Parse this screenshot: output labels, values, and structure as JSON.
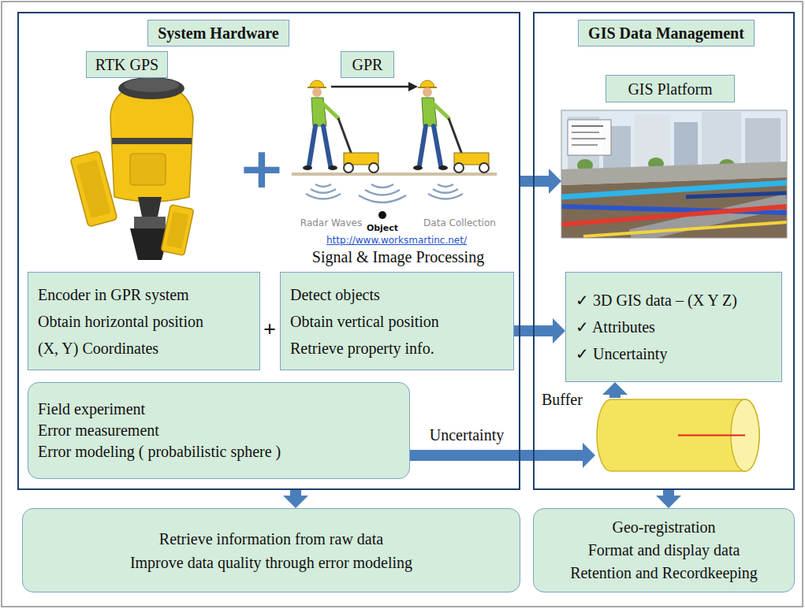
{
  "diagram": {
    "nodes": [
      {
        "text": [
          "System Hardware"
        ]
      },
      {
        "text": [
          "RTK GPS"
        ],
        "in": 0
      },
      {
        "text": [
          "GPR"
        ],
        "in": 0
      },
      {
        "text": [
          "Encoder in GPR system",
          "Obtain horizontal position",
          "(X, Y) Coordinates"
        ],
        "in": 0
      },
      {
        "text": [
          "Detect objects",
          "Obtain vertical position",
          "Retrieve property info."
        ],
        "in": 0
      },
      {
        "text": [
          "Field experiment",
          "Error measurement",
          "Error modeling ( probabilistic sphere )"
        ],
        "in": 0
      },
      {
        "text": [
          "GIS Data Management"
        ]
      },
      {
        "text": [
          "GIS Platform"
        ],
        "in": 6
      },
      {
        "text": [
          "✓ 3D GIS data – (X Y Z)",
          "✓ Attributes",
          "✓ Uncertainty"
        ],
        "in": 6
      },
      {
        "text": [
          "Buffer"
        ],
        "in": 6
      },
      {
        "text": [
          "Retrieve information from raw data",
          "Improve data quality through error modeling"
        ]
      },
      {
        "text": [
          "Geo-registration",
          "Format and display data",
          "Retention and Recordkeeping"
        ]
      }
    ],
    "edges": [
      {
        "from": 4,
        "to": 8,
        "arrow": "to"
      },
      {
        "from": 5,
        "to": 9,
        "label": "Uncertainty",
        "arrow": "to"
      },
      {
        "from": 9,
        "to": 8,
        "arrow": "to"
      },
      {
        "from": 0,
        "to": 10,
        "arrow": "to"
      },
      {
        "from": 6,
        "to": 11,
        "arrow": "to"
      }
    ],
    "labels": [
      "+",
      "Radar Waves",
      "Object",
      "Data Collection",
      "http://www.worksmartinc.net/",
      "Signal & Image Processing",
      "+"
    ]
  }
}
